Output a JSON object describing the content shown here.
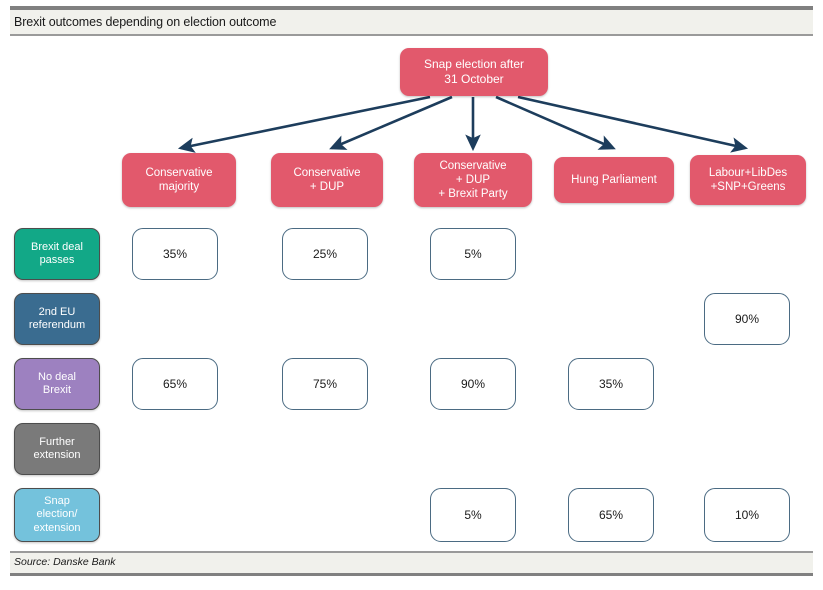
{
  "title": "Brexit outcomes depending on election outcome",
  "source": "Source: Danske Bank",
  "colors": {
    "pink": "#e2596c",
    "arrow": "#1d3d5c",
    "node_border": "#1d3d5c",
    "cell_border": "#4b6b83",
    "band": "#f1f1ec",
    "rule": "#808080",
    "brexit_deal_passes": "#12a887",
    "second_eu_referendum": "#3a6c90",
    "no_deal_brexit": "#9d81c0",
    "further_extension": "#7a7a7a",
    "snap_election_extension": "#74c2dc"
  },
  "root": {
    "label": "Snap election after\n31 October"
  },
  "columns": [
    {
      "id": "con-majority",
      "label": "Conservative\nmajority"
    },
    {
      "id": "con-dup",
      "label": "Conservative\n+ DUP"
    },
    {
      "id": "con-dup-brexit",
      "label": "Conservative\n+ DUP\n+ Brexit Party"
    },
    {
      "id": "hung-parliament",
      "label": "Hung Parliament"
    },
    {
      "id": "lab-coalition",
      "label": "Labour+LibDes\n+SNP+Greens"
    }
  ],
  "rows": [
    {
      "id": "brexit-deal-passes",
      "label": "Brexit deal\npasses",
      "color_key": "cat-green"
    },
    {
      "id": "second-eu-referendum",
      "label": "2nd EU\nreferendum",
      "color_key": "cat-blue"
    },
    {
      "id": "no-deal-brexit",
      "label": "No deal\nBrexit",
      "color_key": "cat-purple"
    },
    {
      "id": "further-extension",
      "label": "Further\nextension",
      "color_key": "cat-gray"
    },
    {
      "id": "snap-election-extension",
      "label": "Snap\nelection/\nextension",
      "color_key": "cat-lblue"
    }
  ],
  "chart_data": {
    "type": "table",
    "title": "Brexit outcomes depending on election outcome",
    "categories": [
      "Conservative majority",
      "Conservative + DUP",
      "Conservative + DUP + Brexit Party",
      "Hung Parliament",
      "Labour+LibDes+SNP+Greens"
    ],
    "series": [
      {
        "name": "Brexit deal passes",
        "values": [
          "35%",
          "25%",
          "5%",
          "",
          ""
        ]
      },
      {
        "name": "2nd EU referendum",
        "values": [
          "",
          "",
          "",
          "",
          "90%"
        ]
      },
      {
        "name": "No deal Brexit",
        "values": [
          "65%",
          "75%",
          "90%",
          "35%",
          ""
        ]
      },
      {
        "name": "Further extension",
        "values": [
          "",
          "",
          "",
          "",
          ""
        ]
      },
      {
        "name": "Snap election/extension",
        "values": [
          "",
          "",
          "5%",
          "65%",
          "10%"
        ]
      }
    ]
  }
}
